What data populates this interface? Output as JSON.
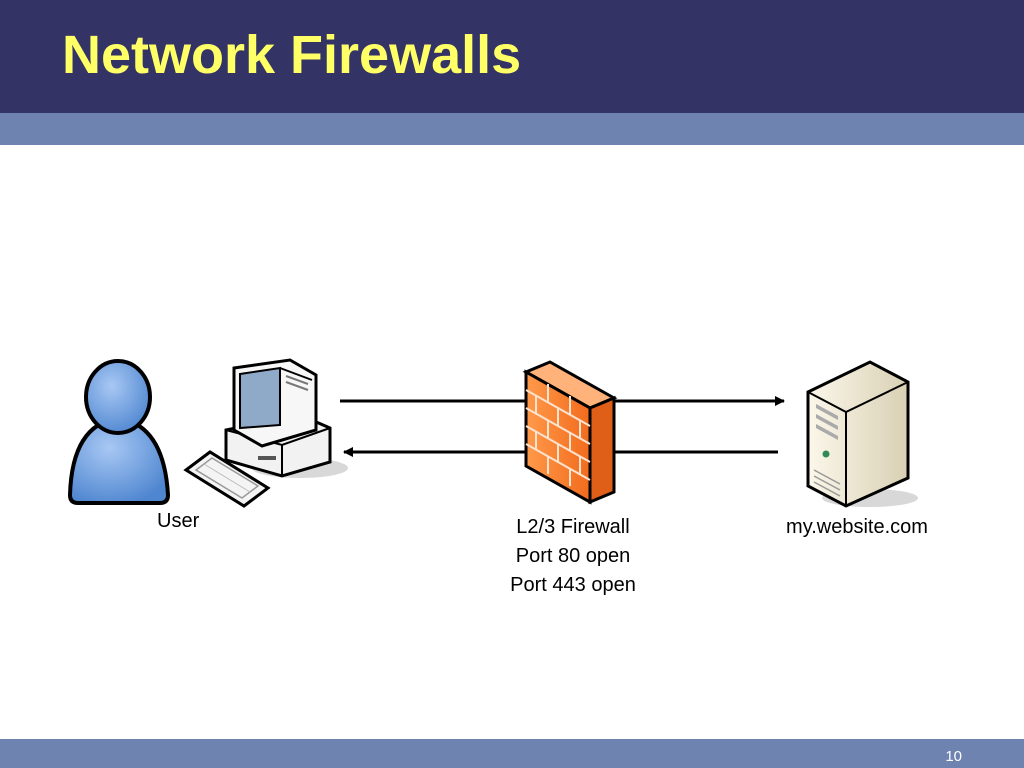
{
  "slide": {
    "title": "Network Firewalls",
    "page_number": "10"
  },
  "nodes": {
    "user_label": "User",
    "firewall_lines": [
      "L2/3 Firewall",
      "Port 80 open",
      "Port 443 open"
    ],
    "server_label": "my.website.com"
  },
  "colors": {
    "title_bar": "#333366",
    "title_text": "#ffff66",
    "accent_band": "#6f83b0",
    "user_figure": "#5b8fd4",
    "firewall": "#f07a2a",
    "server": "#efe9d6"
  },
  "icons": [
    "user-person-icon",
    "computer-workstation-icon",
    "keyboard-icon",
    "firewall-brick-icon",
    "server-tower-icon"
  ]
}
